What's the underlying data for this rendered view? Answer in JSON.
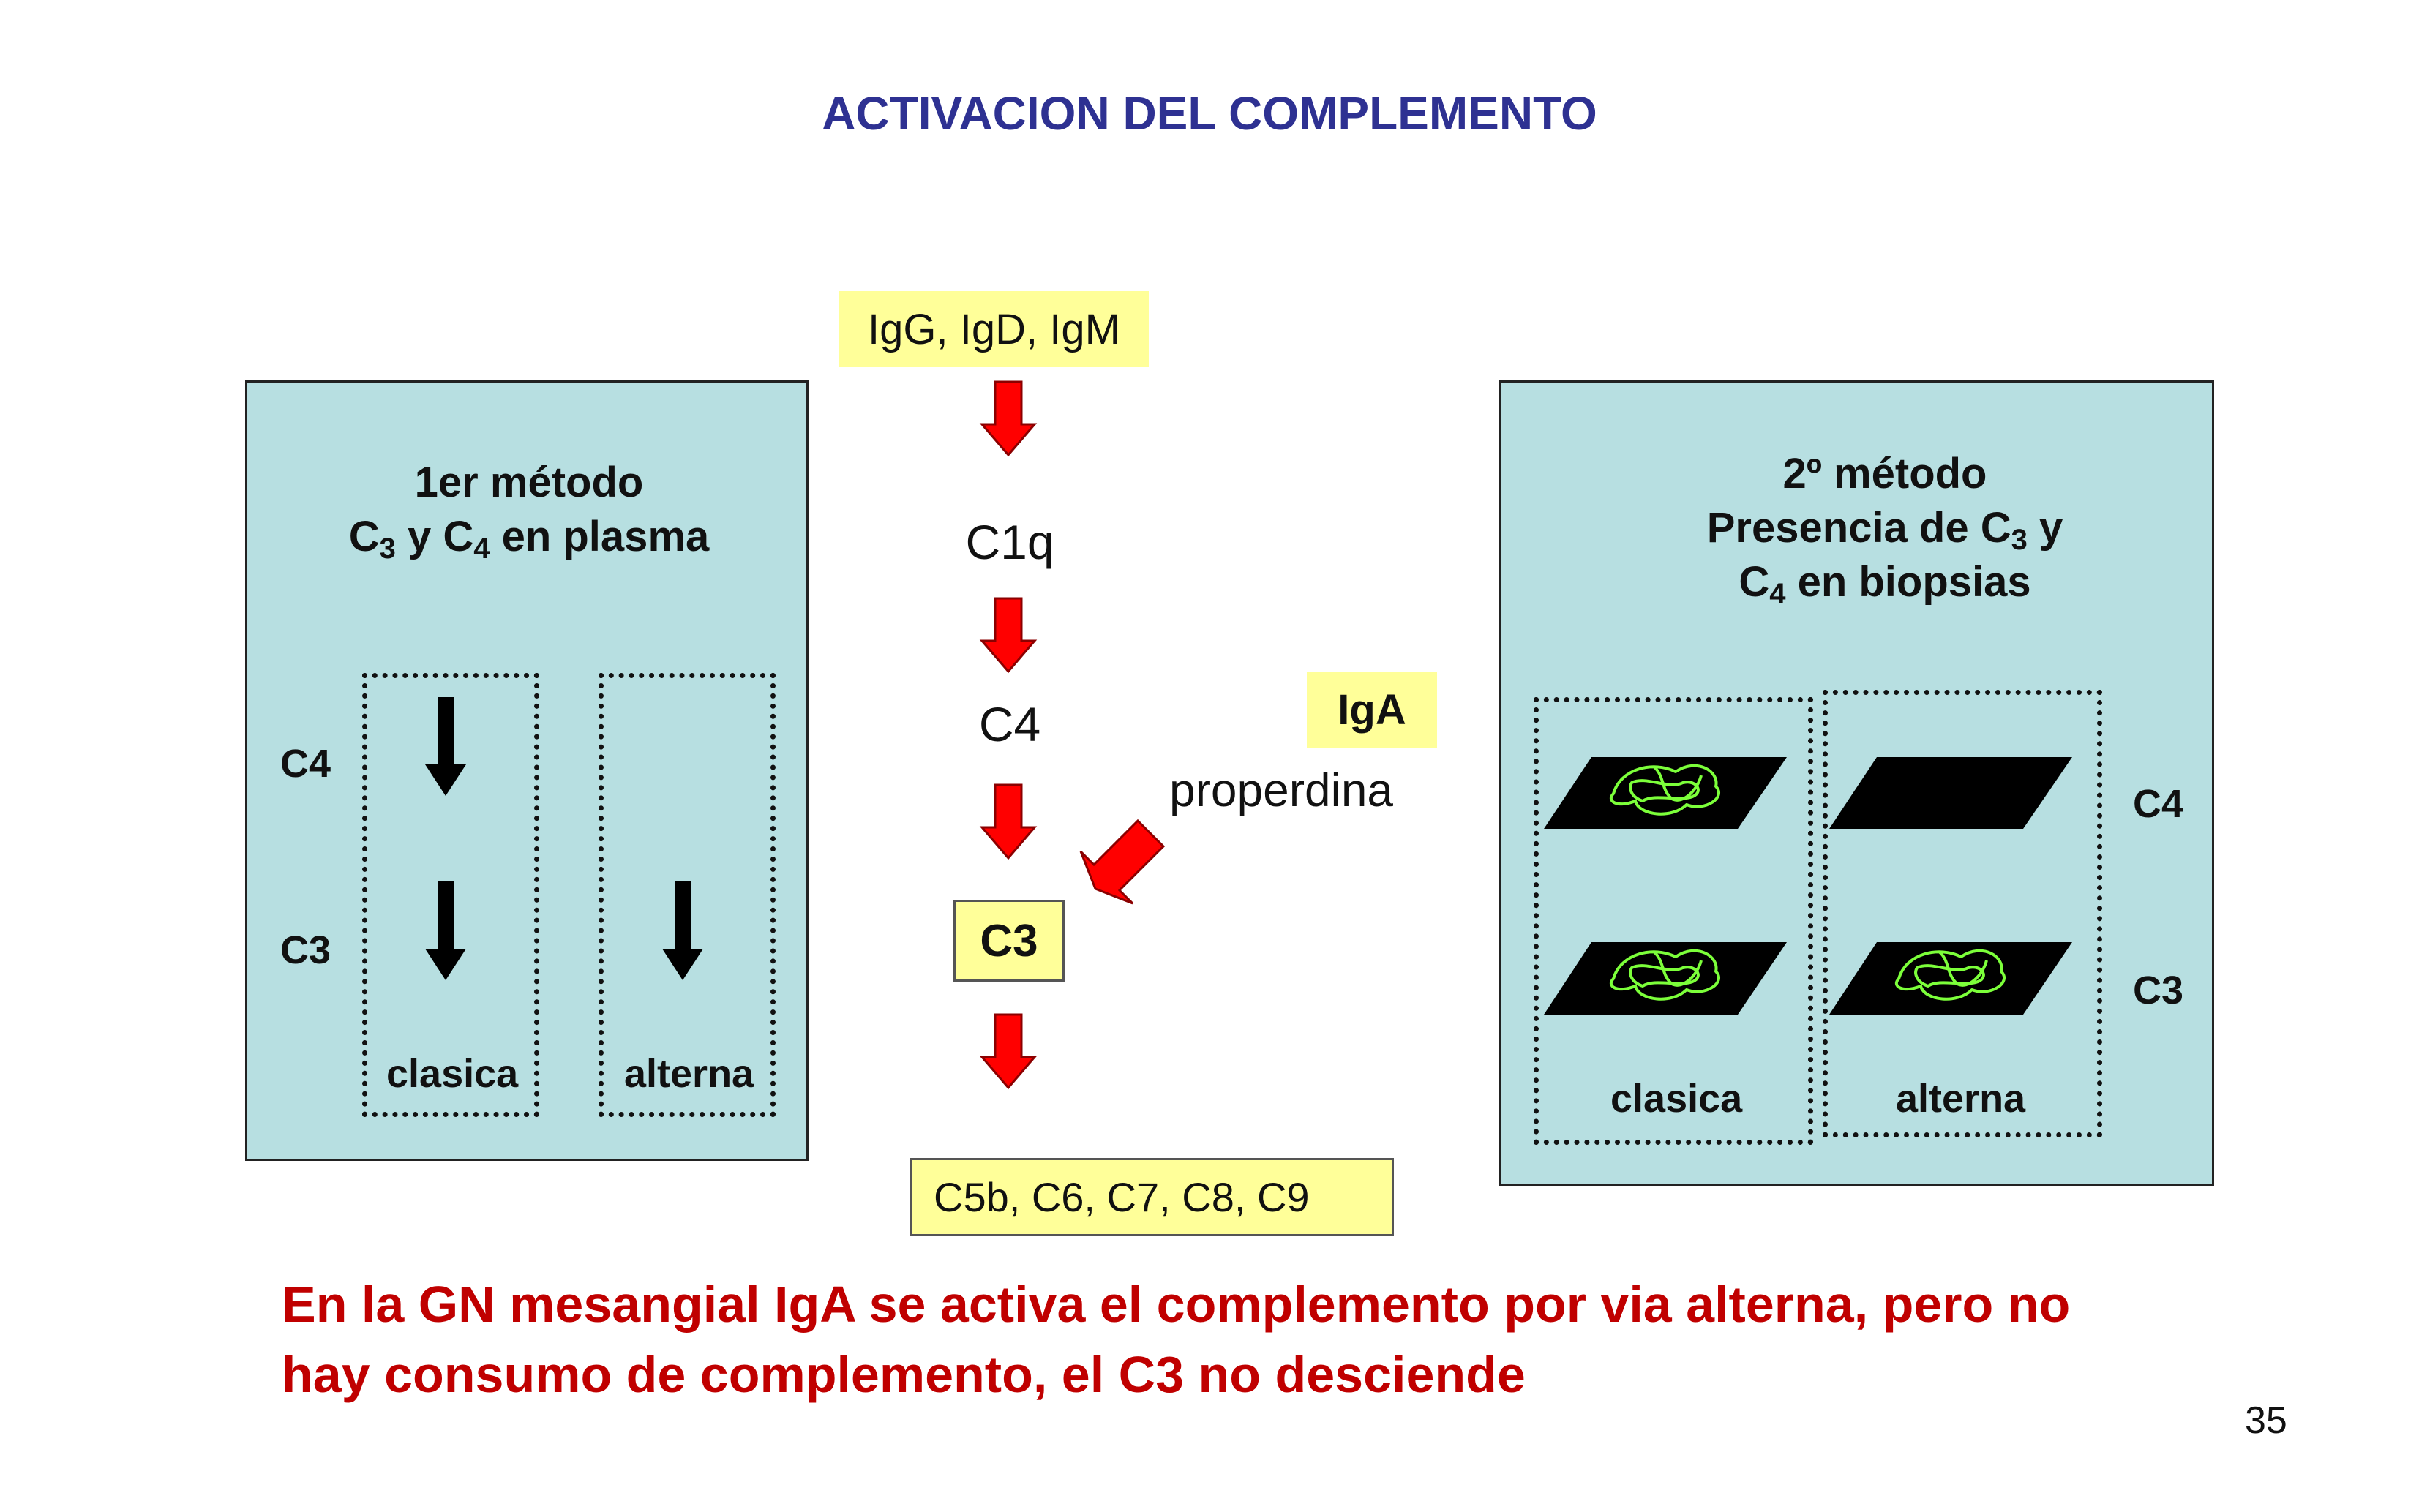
{
  "title": "ACTIVACION DEL COMPLEMENTO",
  "left_panel": {
    "title_line1": "1er método",
    "title_line2": {
      "c3": "C",
      "c3_sub": "3",
      "mid": " y C",
      "c4_sub": "4",
      "tail": " en plasma"
    },
    "row_c4": "C4",
    "row_c3": "C3",
    "col_clasica": "clasica",
    "col_alterna": "alterna"
  },
  "cascade": {
    "top_box": "IgG, IgD, IgM",
    "step1": "C1q",
    "step2": "C4",
    "step3": "C3",
    "bottom_box": "C5b, C6, C7, C8, C9",
    "iga_box": "IgA",
    "properdina": "properdina"
  },
  "right_panel": {
    "title_line1": "2º método",
    "title_line2": {
      "text": "Presencia de C",
      "sub": "3",
      "tail": " y"
    },
    "title_line3": {
      "text": "C",
      "sub": "4",
      "tail": " en biopsias"
    },
    "row_c4": "C4",
    "row_c3": "C3",
    "col_clasica": "clasica",
    "col_alterna": "alterna"
  },
  "footer": {
    "line1": "En la GN mesangial IgA se activa el complemento por via alterna, pero no",
    "line2": "hay consumo de complemento, el C3 no desciende"
  },
  "page_number": "35",
  "colors": {
    "title": "#2e3192",
    "panel_bg": "#b7dfe1",
    "yellow_box": "#ffff99",
    "red_arrow": "#ff0000",
    "footer_text": "#c00000",
    "deposit_green": "#7cff3a"
  }
}
